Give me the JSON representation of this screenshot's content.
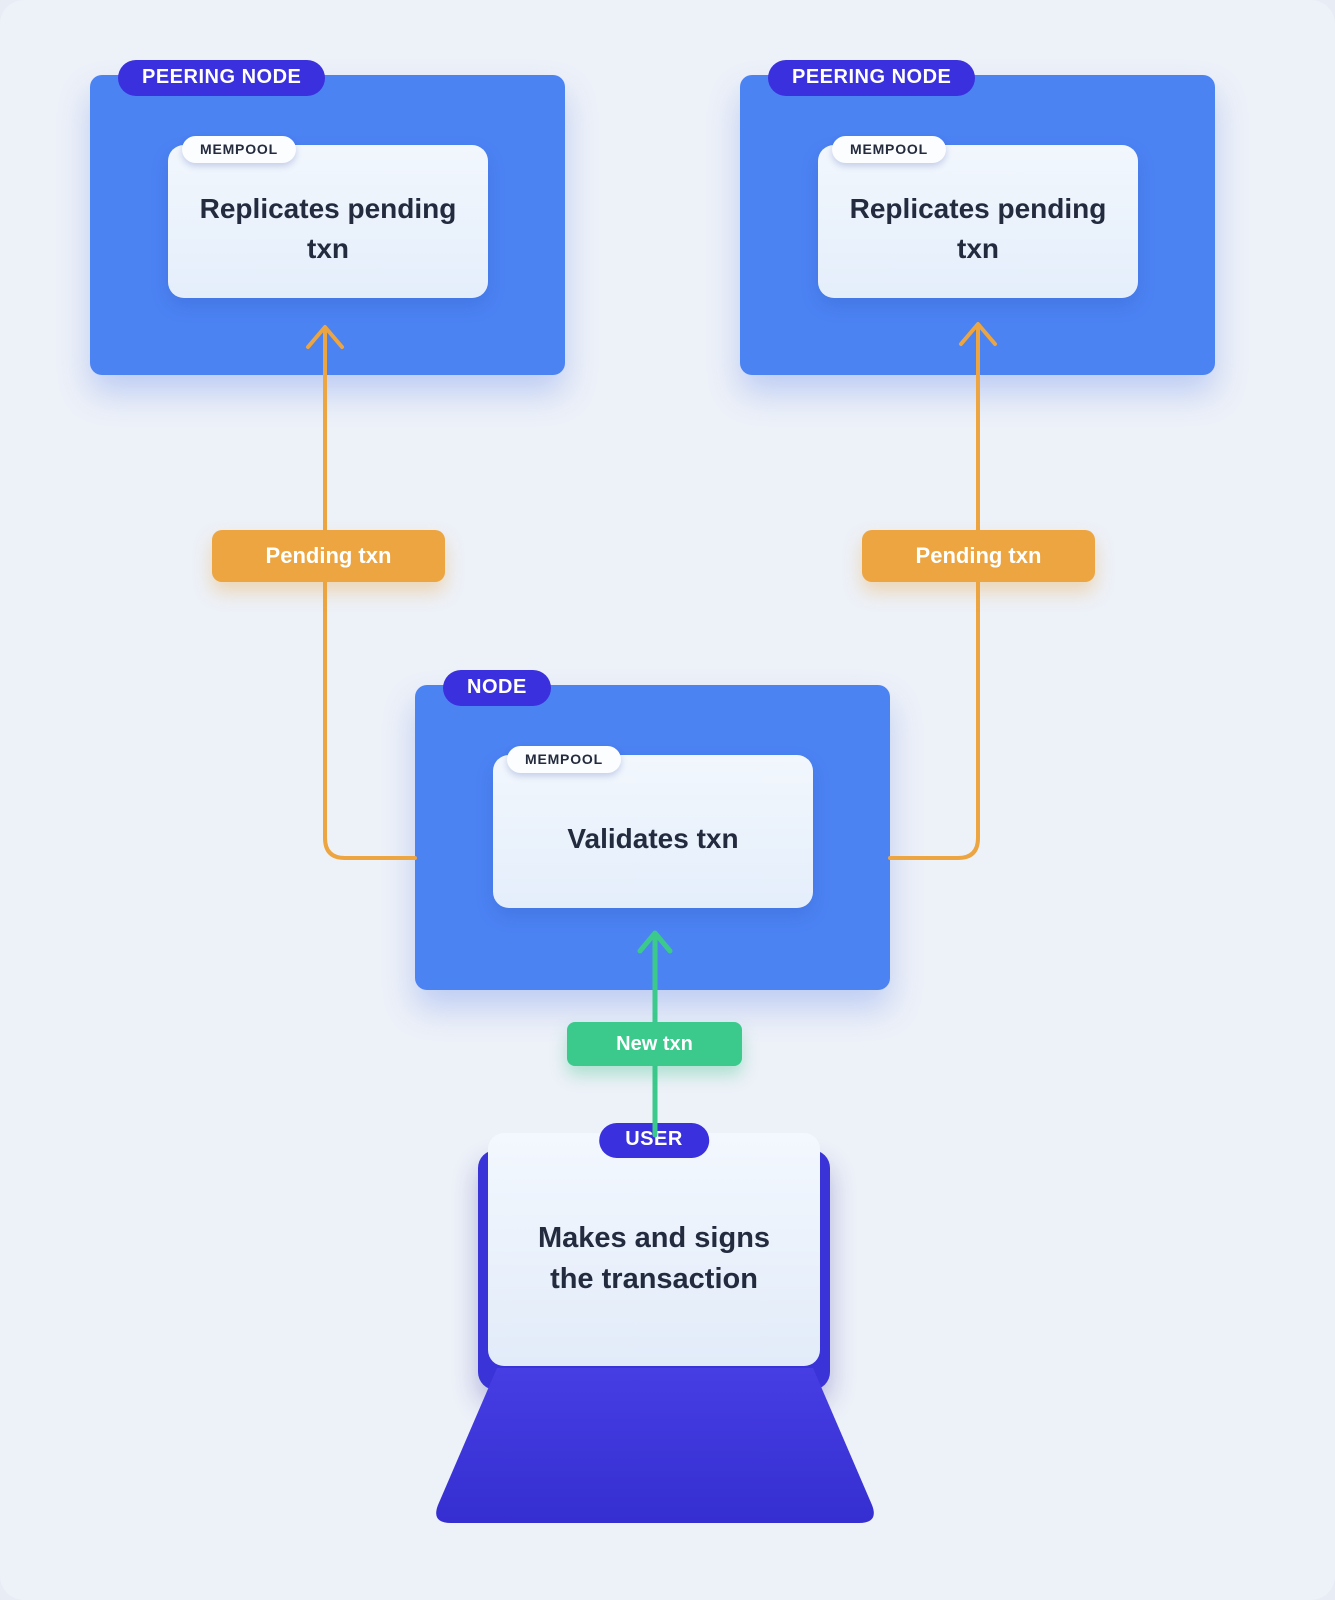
{
  "diagram_title": "Mempool transaction propagation diagram",
  "colors": {
    "background": "#edf1f8",
    "node_blue": "#4c83f3",
    "badge_indigo": "#3a30dd",
    "card_light": "#edf4fc",
    "orange": "#eca540",
    "green": "#3cc98c",
    "text_dark": "#232b3e",
    "laptop_indigo": "#3a33d8"
  },
  "peering_left": {
    "badge": "PEERING NODE",
    "mempool_tag": "MEMPOOL",
    "body": "Replicates pending txn"
  },
  "peering_right": {
    "badge": "PEERING NODE",
    "mempool_tag": "MEMPOOL",
    "body": "Replicates pending txn"
  },
  "center_node": {
    "badge": "NODE",
    "mempool_tag": "MEMPOOL",
    "body": "Validates txn"
  },
  "user": {
    "badge": "USER",
    "body": "Makes and signs the transaction"
  },
  "flow_labels": {
    "pending_left": "Pending txn",
    "pending_right": "Pending txn",
    "new_txn": "New txn"
  }
}
